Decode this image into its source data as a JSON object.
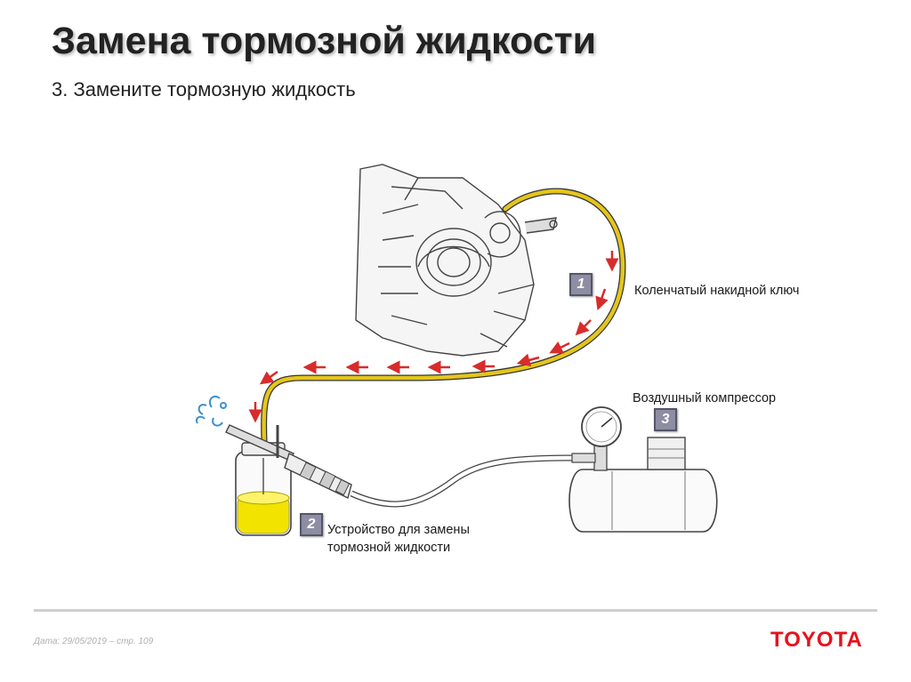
{
  "slide": {
    "title": "Замена тормозной жидкости",
    "subtitle": "3. Замените тормозную жидкость"
  },
  "labels": {
    "item1_number": "1",
    "item1_text": "Коленчатый накидной ключ",
    "item2_number": "2",
    "item2_line1": "Устройство для замены",
    "item2_line2": "тормозной жидкости",
    "item3_number": "3",
    "item3_text": "Воздушный компрессор"
  },
  "footer": {
    "date_text": "Дата: 29/05/2019 – стр.  109",
    "logo_text": "TOYOTA"
  },
  "colors": {
    "hose": "#e3c51c",
    "fluid": "#f2e400",
    "arrows": "#d82b2b",
    "logo": "#e8101a"
  }
}
